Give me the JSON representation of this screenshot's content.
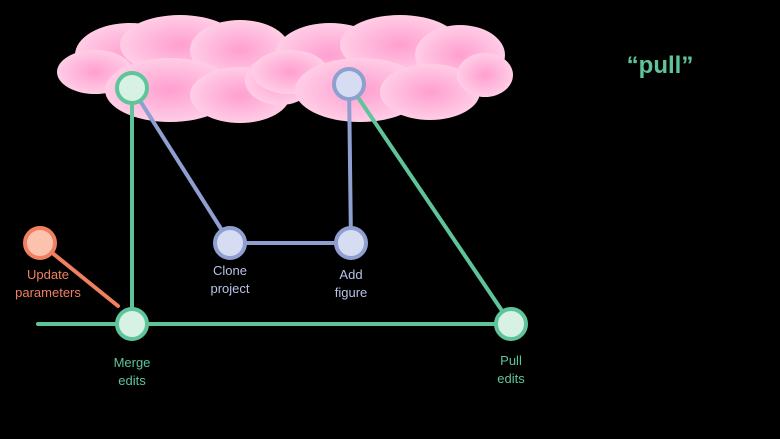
{
  "title": "“pull”",
  "colors": {
    "background": "#000000",
    "green": "#5ec49a",
    "green_fill": "#d7f1e4",
    "blue": "#8fa0d0",
    "blue_fill": "#d6dcf1",
    "orange": "#f08060",
    "orange_fill": "#fbc2ae",
    "cloud": "#ffc0e0"
  },
  "nodes": [
    {
      "id": "cloud-green",
      "label": ""
    },
    {
      "id": "cloud-blue",
      "label": ""
    },
    {
      "id": "clone-project",
      "label": "Clone\nproject"
    },
    {
      "id": "add-figure",
      "label": "Add\nfigure"
    },
    {
      "id": "update-parameters",
      "label": "Update\nparameters"
    },
    {
      "id": "merge-edits",
      "label": "Merge\nedits"
    },
    {
      "id": "pull-edits",
      "label": "Pull\nedits"
    }
  ],
  "edges": [
    {
      "from": "cloud-green",
      "to": "merge-edits"
    },
    {
      "from": "cloud-green",
      "to": "clone-project"
    },
    {
      "from": "clone-project",
      "to": "add-figure"
    },
    {
      "from": "add-figure",
      "to": "cloud-blue"
    },
    {
      "from": "cloud-blue",
      "to": "pull-edits"
    },
    {
      "from": "merge-edits",
      "to": "pull-edits"
    },
    {
      "from": "update-parameters",
      "to": "merge-edits"
    }
  ],
  "labels": {
    "clone": "Clone\nproject",
    "add": "Add\nfigure",
    "update": "Update\nparameters",
    "merge": "Merge\nedits",
    "pull": "Pull\nedits"
  }
}
